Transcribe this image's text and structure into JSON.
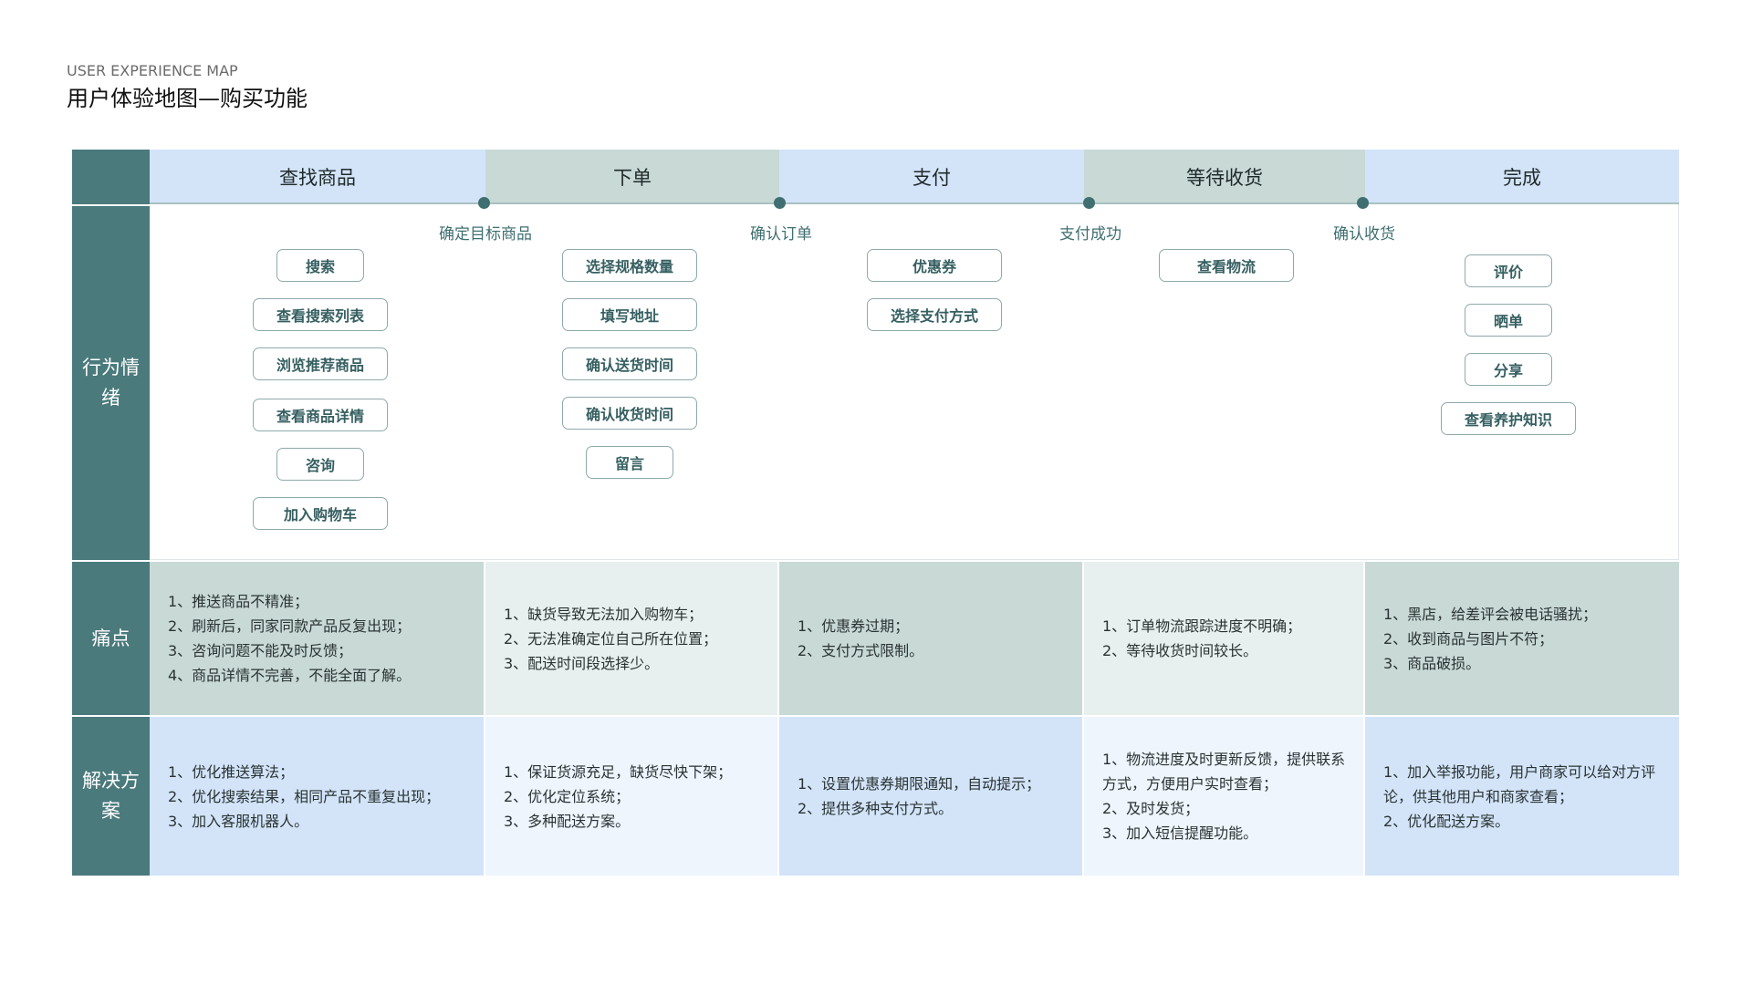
{
  "header": {
    "subtitle": "USER EXPERIENCE MAP",
    "title": "用户体验地图—购买功能"
  },
  "row_labels": {
    "behavior": "行为情绪",
    "pain": "痛点",
    "solution": "解决方案"
  },
  "stages": [
    {
      "name": "查找商品",
      "actions": [
        "搜索",
        "查看搜索列表",
        "浏览推荐商品",
        "查看商品详情",
        "咨询",
        "加入购物车"
      ],
      "pain": "1、推送商品不精准；\n2、刷新后，同家同款产品反复出现；\n3、咨询问题不能及时反馈；\n4、商品详情不完善，不能全面了解。",
      "solution": "1、优化推送算法；\n2、优化搜索结果，相同产品不重复出现；\n3、加入客服机器人。"
    },
    {
      "name": "下单",
      "actions": [
        "选择规格数量",
        "填写地址",
        "确认送货时间",
        "确认收货时间",
        "留言"
      ],
      "pain": "1、缺货导致无法加入购物车；\n2、无法准确定位自己所在位置；\n3、配送时间段选择少。",
      "solution": "1、保证货源充足，缺货尽快下架；\n2、优化定位系统；\n3、多种配送方案。"
    },
    {
      "name": "支付",
      "actions": [
        "优惠券",
        "选择支付方式"
      ],
      "pain": "1、优惠券过期；\n2、支付方式限制。",
      "solution": "1、设置优惠券期限通知，自动提示；\n2、提供多种支付方式。"
    },
    {
      "name": "等待收货",
      "actions": [
        "查看物流"
      ],
      "pain": "1、订单物流跟踪进度不明确；\n2、等待收货时间较长。",
      "solution": " 1、物流进度及时更新反馈，提供联系方式，方便用户实时查看；\n2、及时发货；\n3、加入短信提醒功能。"
    },
    {
      "name": "完成",
      "actions": [
        "评价",
        "晒单",
        "分享",
        "查看养护知识"
      ],
      "pain": "1、黑店，给差评会被电话骚扰；\n2、收到商品与图片不符；\n3、商品破损。",
      "solution": " 1、加入举报功能，用户商家可以给对方评论，供其他用户和商家查看；\n2、优化配送方案。"
    }
  ],
  "milestones": [
    "确定目标商品",
    "确认订单",
    "支付成功",
    "确认收货"
  ],
  "colors": {
    "label_bg": "#4a7a7c",
    "header_blue": "#d3e4f9",
    "header_green": "#c8d9d6",
    "accent": "#3f6f71"
  }
}
